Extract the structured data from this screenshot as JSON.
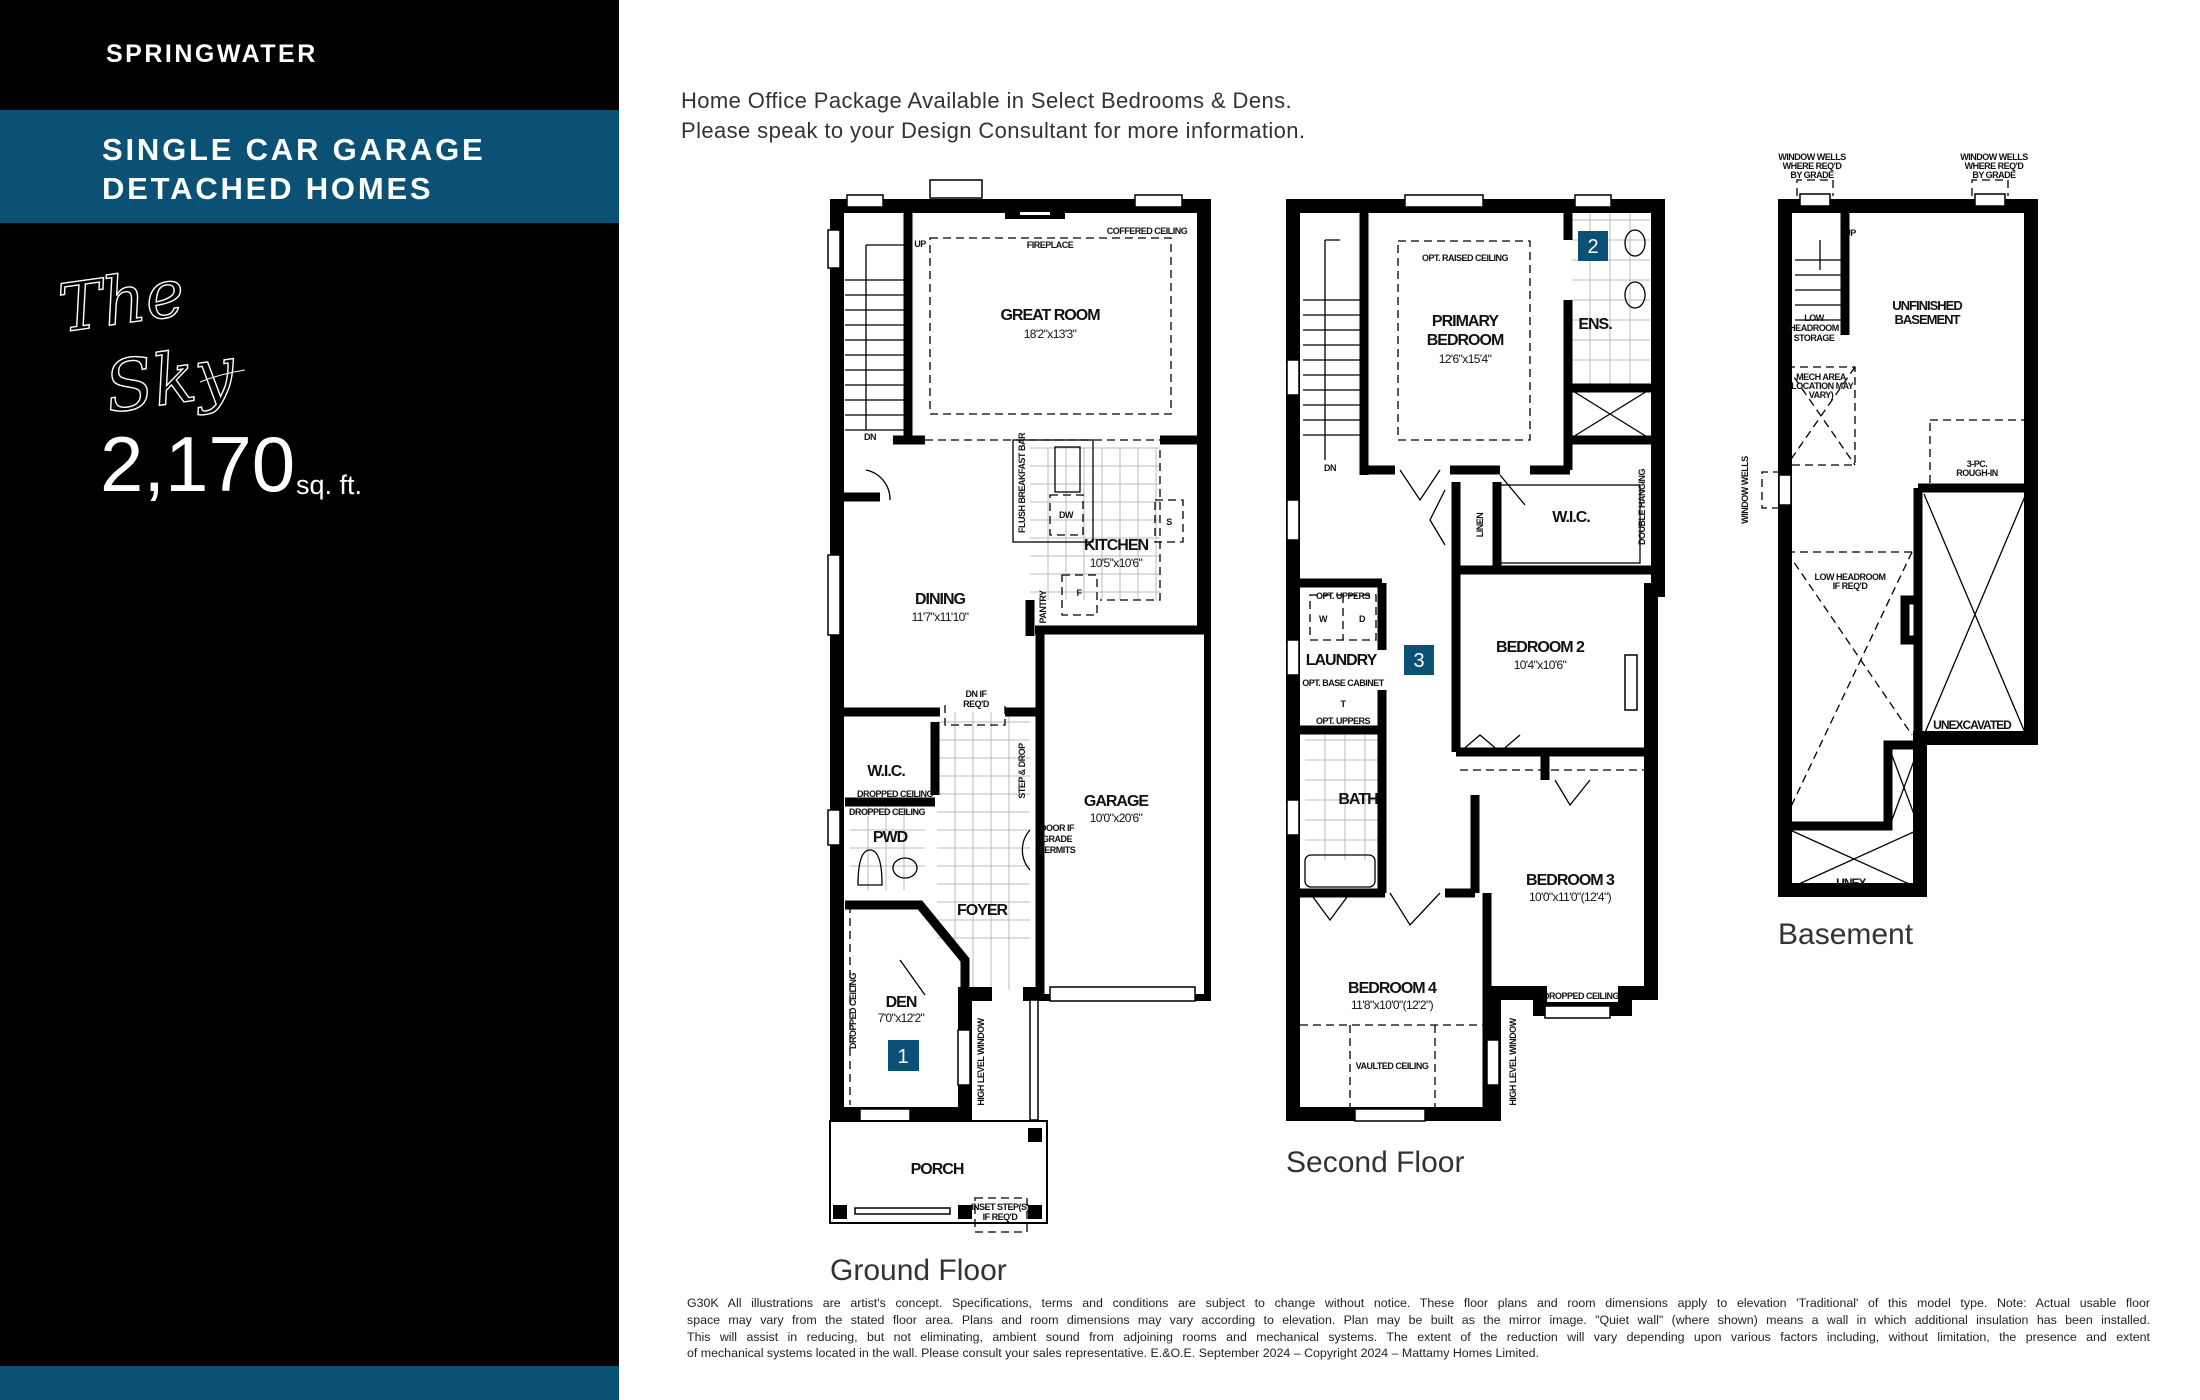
{
  "sidebar": {
    "community": "SPRINGWATER",
    "banner_line1": "SINGLE CAR GARAGE",
    "banner_line2": "DETACHED HOMES",
    "model_name": {
      "line1": "The",
      "line2": "Sky"
    },
    "area_value": "2,170",
    "area_unit": "sq. ft."
  },
  "colors": {
    "accent": "#0b5075",
    "panel": "#000000"
  },
  "notice": {
    "line1": "Home Office Package Available in Select Bedrooms & Dens.",
    "line2": "Please speak to your Design Consultant for more information."
  },
  "plans": {
    "ground": {
      "title": "Ground Floor",
      "badge": "1",
      "great_room": "GREAT ROOM",
      "great_room_dims": "18'2\"x13'3\"",
      "fireplace": "FIREPLACE",
      "coffered_ceiling": "COFFERED CEILING",
      "kitchen": "KITCHEN",
      "kitchen_dims": "10'5\"x10'6\"",
      "dining": "DINING",
      "dining_dims": "11'7\"x11'10\"",
      "breakfast_bar": "FLUSH BREAKFAST BAR",
      "dw": "DW",
      "s": "S",
      "f": "F",
      "pantry": "PANTRY",
      "up": "UP",
      "dn": "DN",
      "dn_if_1": "DN IF",
      "dn_if_2": "REQ'D",
      "wic": "W.I.C.",
      "wic_dropped": "DROPPED CEILING",
      "pwd_dropped": "DROPPED CEILING",
      "pwd": "PWD",
      "step_drop": "STEP & DROP",
      "garage": "GARAGE",
      "garage_dims": "10'0\"x20'6\"",
      "door_1": "DOOR IF",
      "door_2": "GRADE",
      "door_3": "PERMITS",
      "foyer": "FOYER",
      "den": "DEN",
      "den_dims": "7'0\"x12'2\"",
      "den_dropped": "DROPPED CEILING",
      "high_window": "HIGH LEVEL WINDOW",
      "porch": "PORCH",
      "inset_1": "INSET STEP(S)",
      "inset_2": "IF REQ'D"
    },
    "second": {
      "title": "Second Floor",
      "badge2": "2",
      "badge3": "3",
      "primary": "PRIMARY",
      "primary_2": "BEDROOM",
      "primary_dims": "12'6\"x15'4\"",
      "raised": "OPT. RAISED CEILING",
      "ens": "ENS.",
      "wic": "W.I.C.",
      "double_hanging": "DOUBLE HANGING",
      "linen": "LINEN",
      "dn": "DN",
      "opt_uppers": "OPT. UPPERS",
      "w": "W",
      "d": "D",
      "laundry": "LAUNDRY",
      "opt_base": "OPT. BASE CABINET",
      "t": "T",
      "opt_uppers2": "OPT. UPPERS",
      "bed2": "BEDROOM 2",
      "bed2_dims": "10'4\"x10'6\"",
      "bath": "BATH",
      "bed3": "BEDROOM 3",
      "bed3_dims": "10'0\"x11'0\"(12'4\")",
      "bed3_dropped": "DROPPED CEILING",
      "bed4": "BEDROOM 4",
      "bed4_dims": "11'8\"x10'0\"(12'2\")",
      "vaulted": "VAULTED CEILING",
      "high_window": "HIGH LEVEL WINDOW"
    },
    "basement": {
      "title": "Basement",
      "unfinished_1": "UNFINISHED",
      "unfinished_2": "BASEMENT",
      "unexcavated": "UNEXCAVATED",
      "unex": "UNEX.",
      "storage_1": "LOW",
      "storage_2": "HEADROOM",
      "storage_3": "STORAGE",
      "mech_1": "MECH AREA",
      "mech_2": "(LOCATION MAY",
      "mech_3": "VARY)",
      "low_headroom_1": "LOW HEADROOM",
      "low_headroom_2": "IF REQ'D",
      "roughin_1": "3-PC.",
      "roughin_2": "ROUGH-IN",
      "ww_1": "WINDOW WELLS",
      "ww_2": "WHERE REQ'D",
      "ww_3": "BY GRADE",
      "up": "UP"
    }
  },
  "disclaimer": {
    "lines": [
      "G30K All illustrations are artist's concept. Specifications, terms and conditions are subject to change without notice. These floor plans and room dimensions apply to elevation 'Traditional' of this model type. Note: Actual usable floor",
      "space may vary from the stated floor area. Plans and room dimensions may vary according to elevation. Plan may be built as the mirror image. \"Quiet wall\" (where shown) means a wall in which additional insulation has been installed.",
      "This will assist in reducing, but not eliminating, ambient sound from adjoining rooms and mechanical systems. The extent of the reduction will vary depending upon various factors including, without limitation, the presence and extent",
      "of mechanical systems located in the wall. Please consult your sales representative. E.&O.E. September 2024 – Copyright 2024 – Mattamy Homes Limited."
    ]
  }
}
